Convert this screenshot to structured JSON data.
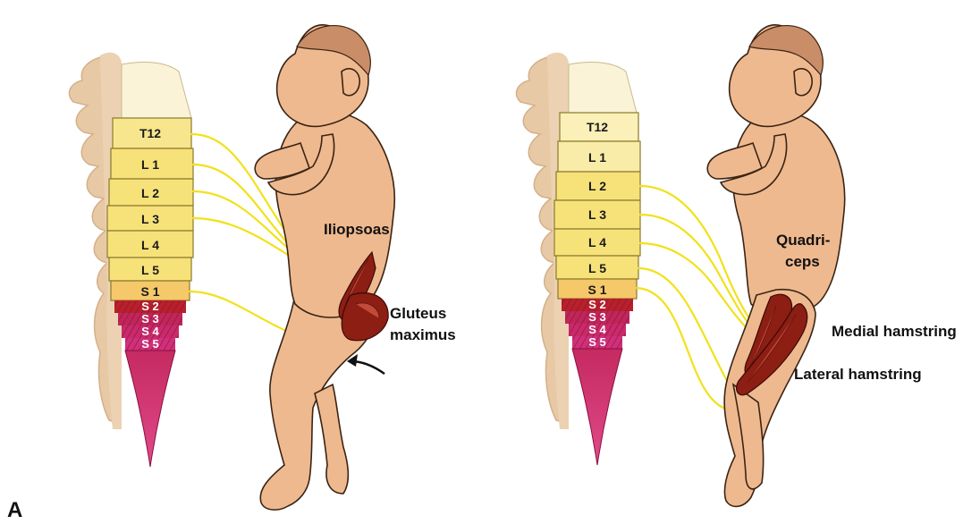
{
  "panel_letter": "A",
  "left_panel": {
    "segments": [
      "T12",
      "L 1",
      "L 2",
      "L 3",
      "L 4",
      "L 5",
      "S 1",
      "S 2",
      "S 3",
      "S 4",
      "S 5"
    ],
    "labels": {
      "iliopsoas": "Iliopsoas",
      "gluteus_line1": "Gluteus",
      "gluteus_line2": "maximus"
    }
  },
  "right_panel": {
    "segments": [
      "T12",
      "L 1",
      "L 2",
      "L 3",
      "L 4",
      "L 5",
      "S 1",
      "S 2",
      "S 3",
      "S 4",
      "S 5"
    ],
    "labels": {
      "quadriceps_line1": "Quadri-",
      "quadriceps_line2": "ceps",
      "medial_hamstring": "Medial hamstring",
      "lateral_hamstring": "Lateral hamstring"
    }
  },
  "colors": {
    "lumbar_segment": "#f7e27a",
    "sacral_segment": "#c0265a",
    "cord_tail": "#d6327a",
    "nerve": "#f2e11a",
    "vertebra_bone": "#e7c9a6",
    "skin": "#efb98f",
    "muscle": "#8c1e14"
  }
}
